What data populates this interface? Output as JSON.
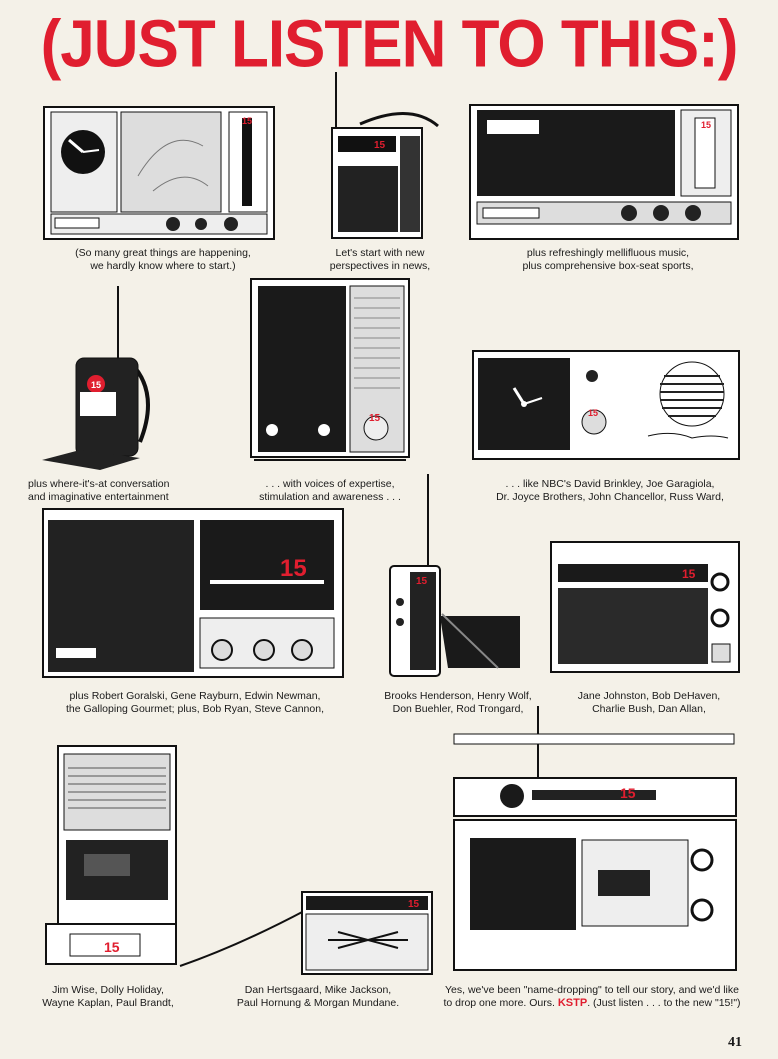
{
  "headline": "(JUST LISTEN TO THIS:)",
  "station_badge": "15",
  "captions": [
    {
      "line1": "(So many great things are happening,",
      "line2": "we hardly know where to start.)"
    },
    {
      "line1": "Let's start with new",
      "line2": "perspectives in news,"
    },
    {
      "line1": "plus refreshingly mellifluous music,",
      "line2": "plus comprehensive box-seat sports,"
    },
    {
      "line1": "plus where-it's-at conversation",
      "line2": "and imaginative entertainment"
    },
    {
      "line1": ". . . with voices of expertise,",
      "line2": "stimulation and awareness . . ."
    },
    {
      "line1": ". . . like NBC's David Brinkley, Joe Garagiola,",
      "line2": "Dr. Joyce Brothers, John Chancellor, Russ Ward,"
    },
    {
      "line1": "plus Robert Goralski, Gene Rayburn, Edwin Newman,",
      "line2": "the Galloping Gourmet; plus, Bob Ryan, Steve Cannon,"
    },
    {
      "line1": "Brooks Henderson, Henry Wolf,",
      "line2": "Don Buehler, Rod Trongard,"
    },
    {
      "line1": "Jane Johnston, Bob DeHaven,",
      "line2": "Charlie Bush, Dan Allan,"
    },
    {
      "line1": "Jim Wise, Dolly Holiday,",
      "line2": "Wayne Kaplan, Paul Brandt,"
    },
    {
      "line1": "Dan Hertsgaard, Mike Jackson,",
      "line2": "Paul Hornung & Morgan Mundane."
    }
  ],
  "final_caption": {
    "line1": "Yes, we've been \"name-dropping\" to tell our story, and we'd like",
    "line2_pre": "to drop one more. Ours.",
    "station": "KSTP",
    "line2_post": ". (Just listen . . . to the new \"15!\")"
  },
  "page_number": "41"
}
